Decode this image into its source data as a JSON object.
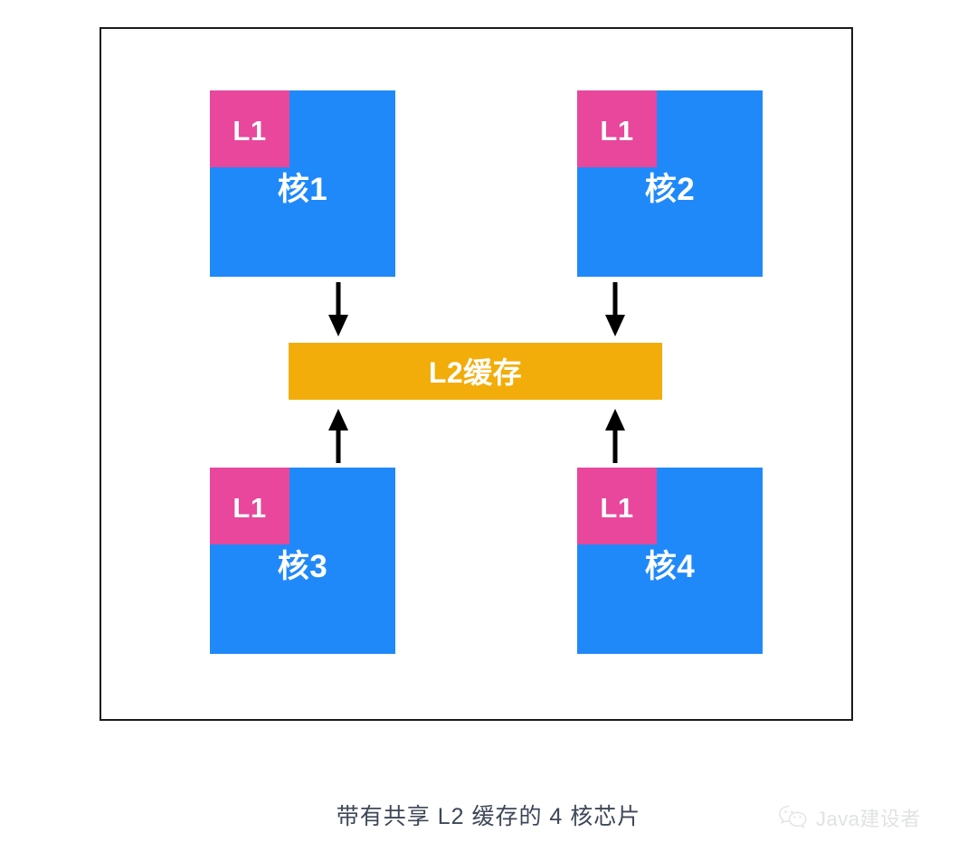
{
  "diagram": {
    "title_caption": "带有共享 L2 缓存的 4 核芯片",
    "colors": {
      "core_fill": "#2089fa",
      "l1_fill": "#e8479c",
      "l2_fill": "#f2ad0a",
      "frame_border": "#1a1a1a",
      "caption_text": "#3d4757",
      "label_text": "#ffffff"
    },
    "chip_frame": {
      "name": "chip-package-boundary"
    },
    "cores": [
      {
        "id": "core-1",
        "label": "核1",
        "cache_label": "L1",
        "position": "top-left"
      },
      {
        "id": "core-2",
        "label": "核2",
        "cache_label": "L1",
        "position": "top-right"
      },
      {
        "id": "core-3",
        "label": "核3",
        "cache_label": "L1",
        "position": "bottom-left"
      },
      {
        "id": "core-4",
        "label": "核4",
        "cache_label": "L1",
        "position": "bottom-right"
      }
    ],
    "shared_cache": {
      "label": "L2缓存",
      "id": "l2-cache"
    },
    "connections": [
      {
        "id": "arrow-core1-to-l2",
        "from": "核1",
        "to": "L2缓存",
        "direction": "down"
      },
      {
        "id": "arrow-core2-to-l2",
        "from": "核2",
        "to": "L2缓存",
        "direction": "down"
      },
      {
        "id": "arrow-core3-to-l2",
        "from": "核3",
        "to": "L2缓存",
        "direction": "up"
      },
      {
        "id": "arrow-core4-to-l2",
        "from": "核4",
        "to": "L2缓存",
        "direction": "up"
      }
    ]
  },
  "watermark": {
    "text": "Java建设者",
    "icon": "wechat-icon"
  }
}
